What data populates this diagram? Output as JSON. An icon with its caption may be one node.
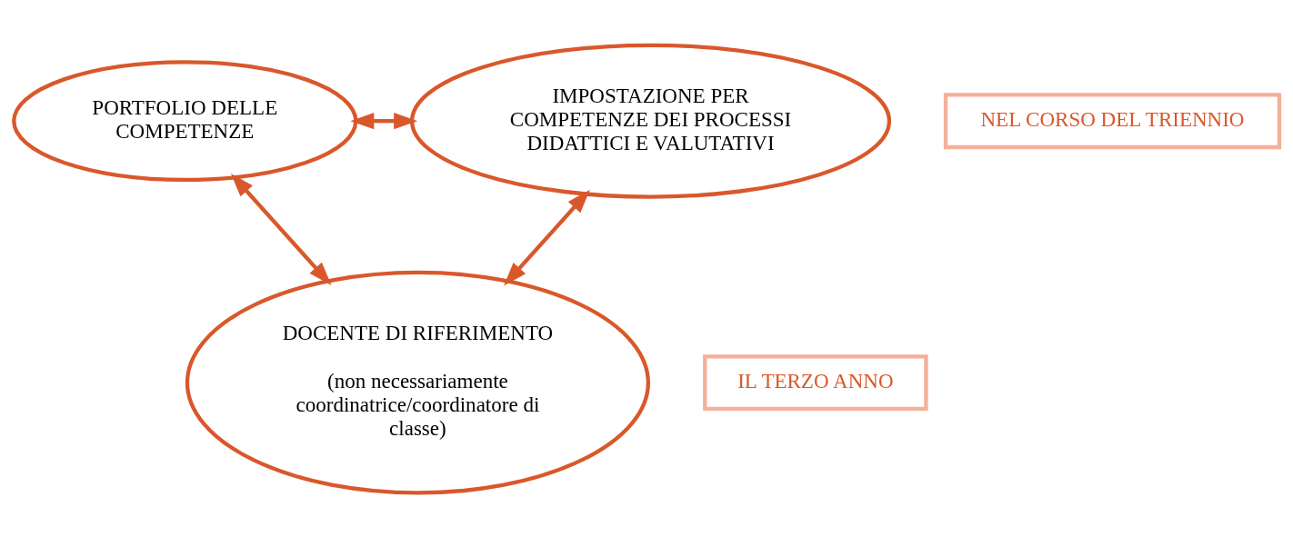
{
  "diagram": {
    "nodes": [
      {
        "text": [
          "PORTFOLIO DELLE COMPETENZE"
        ]
      },
      {
        "text": [
          "IMPOSTAZIONE PER COMPETENZE DEI PROCESSI DIDATTICI E VALUTATIVI"
        ]
      },
      {
        "text": [
          "NEL CORSO DEL TRIENNIO"
        ]
      },
      {
        "text": [
          "DOCENTE DI RIFERIMENTO",
          "(non necessariamente coordinatrice/coordinatore di classe)"
        ]
      },
      {
        "text": [
          "IL TERZO ANNO"
        ]
      }
    ],
    "edges": [
      {
        "from": 0,
        "to": 1,
        "arrow": "both"
      },
      {
        "from": 0,
        "to": 3,
        "arrow": "both"
      },
      {
        "from": 3,
        "to": 1,
        "arrow": "both"
      }
    ]
  }
}
